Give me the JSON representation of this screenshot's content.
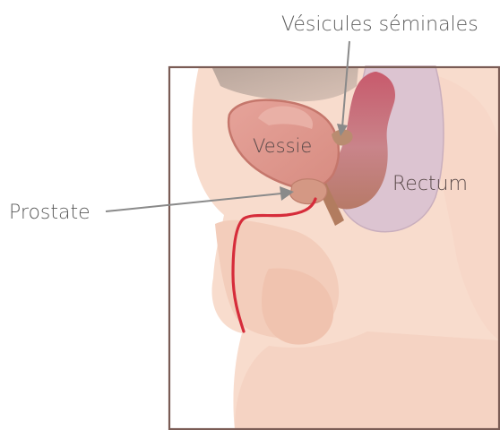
{
  "diagram": {
    "labels": {
      "seminal_vesicles": "Vésicules séminales",
      "bladder": "Vessie",
      "prostate": "Prostate",
      "rectum": "Rectum"
    },
    "colors": {
      "frame": "#7a5c55",
      "skin": "#f8dccd",
      "skin_dark": "#f2c6b3",
      "bladder": "#d98b82",
      "bladder_fill": "#e7a599",
      "rectum_outer": "#d9bfcc",
      "rectum_inner": "#c85a6c",
      "bone": "#c9ada0",
      "prostate": "#d69a88",
      "vesicle": "#b58a6f",
      "urethra": "#d62c3a",
      "pointer": "#8a8a8a",
      "text": "#5b5b5b"
    }
  }
}
